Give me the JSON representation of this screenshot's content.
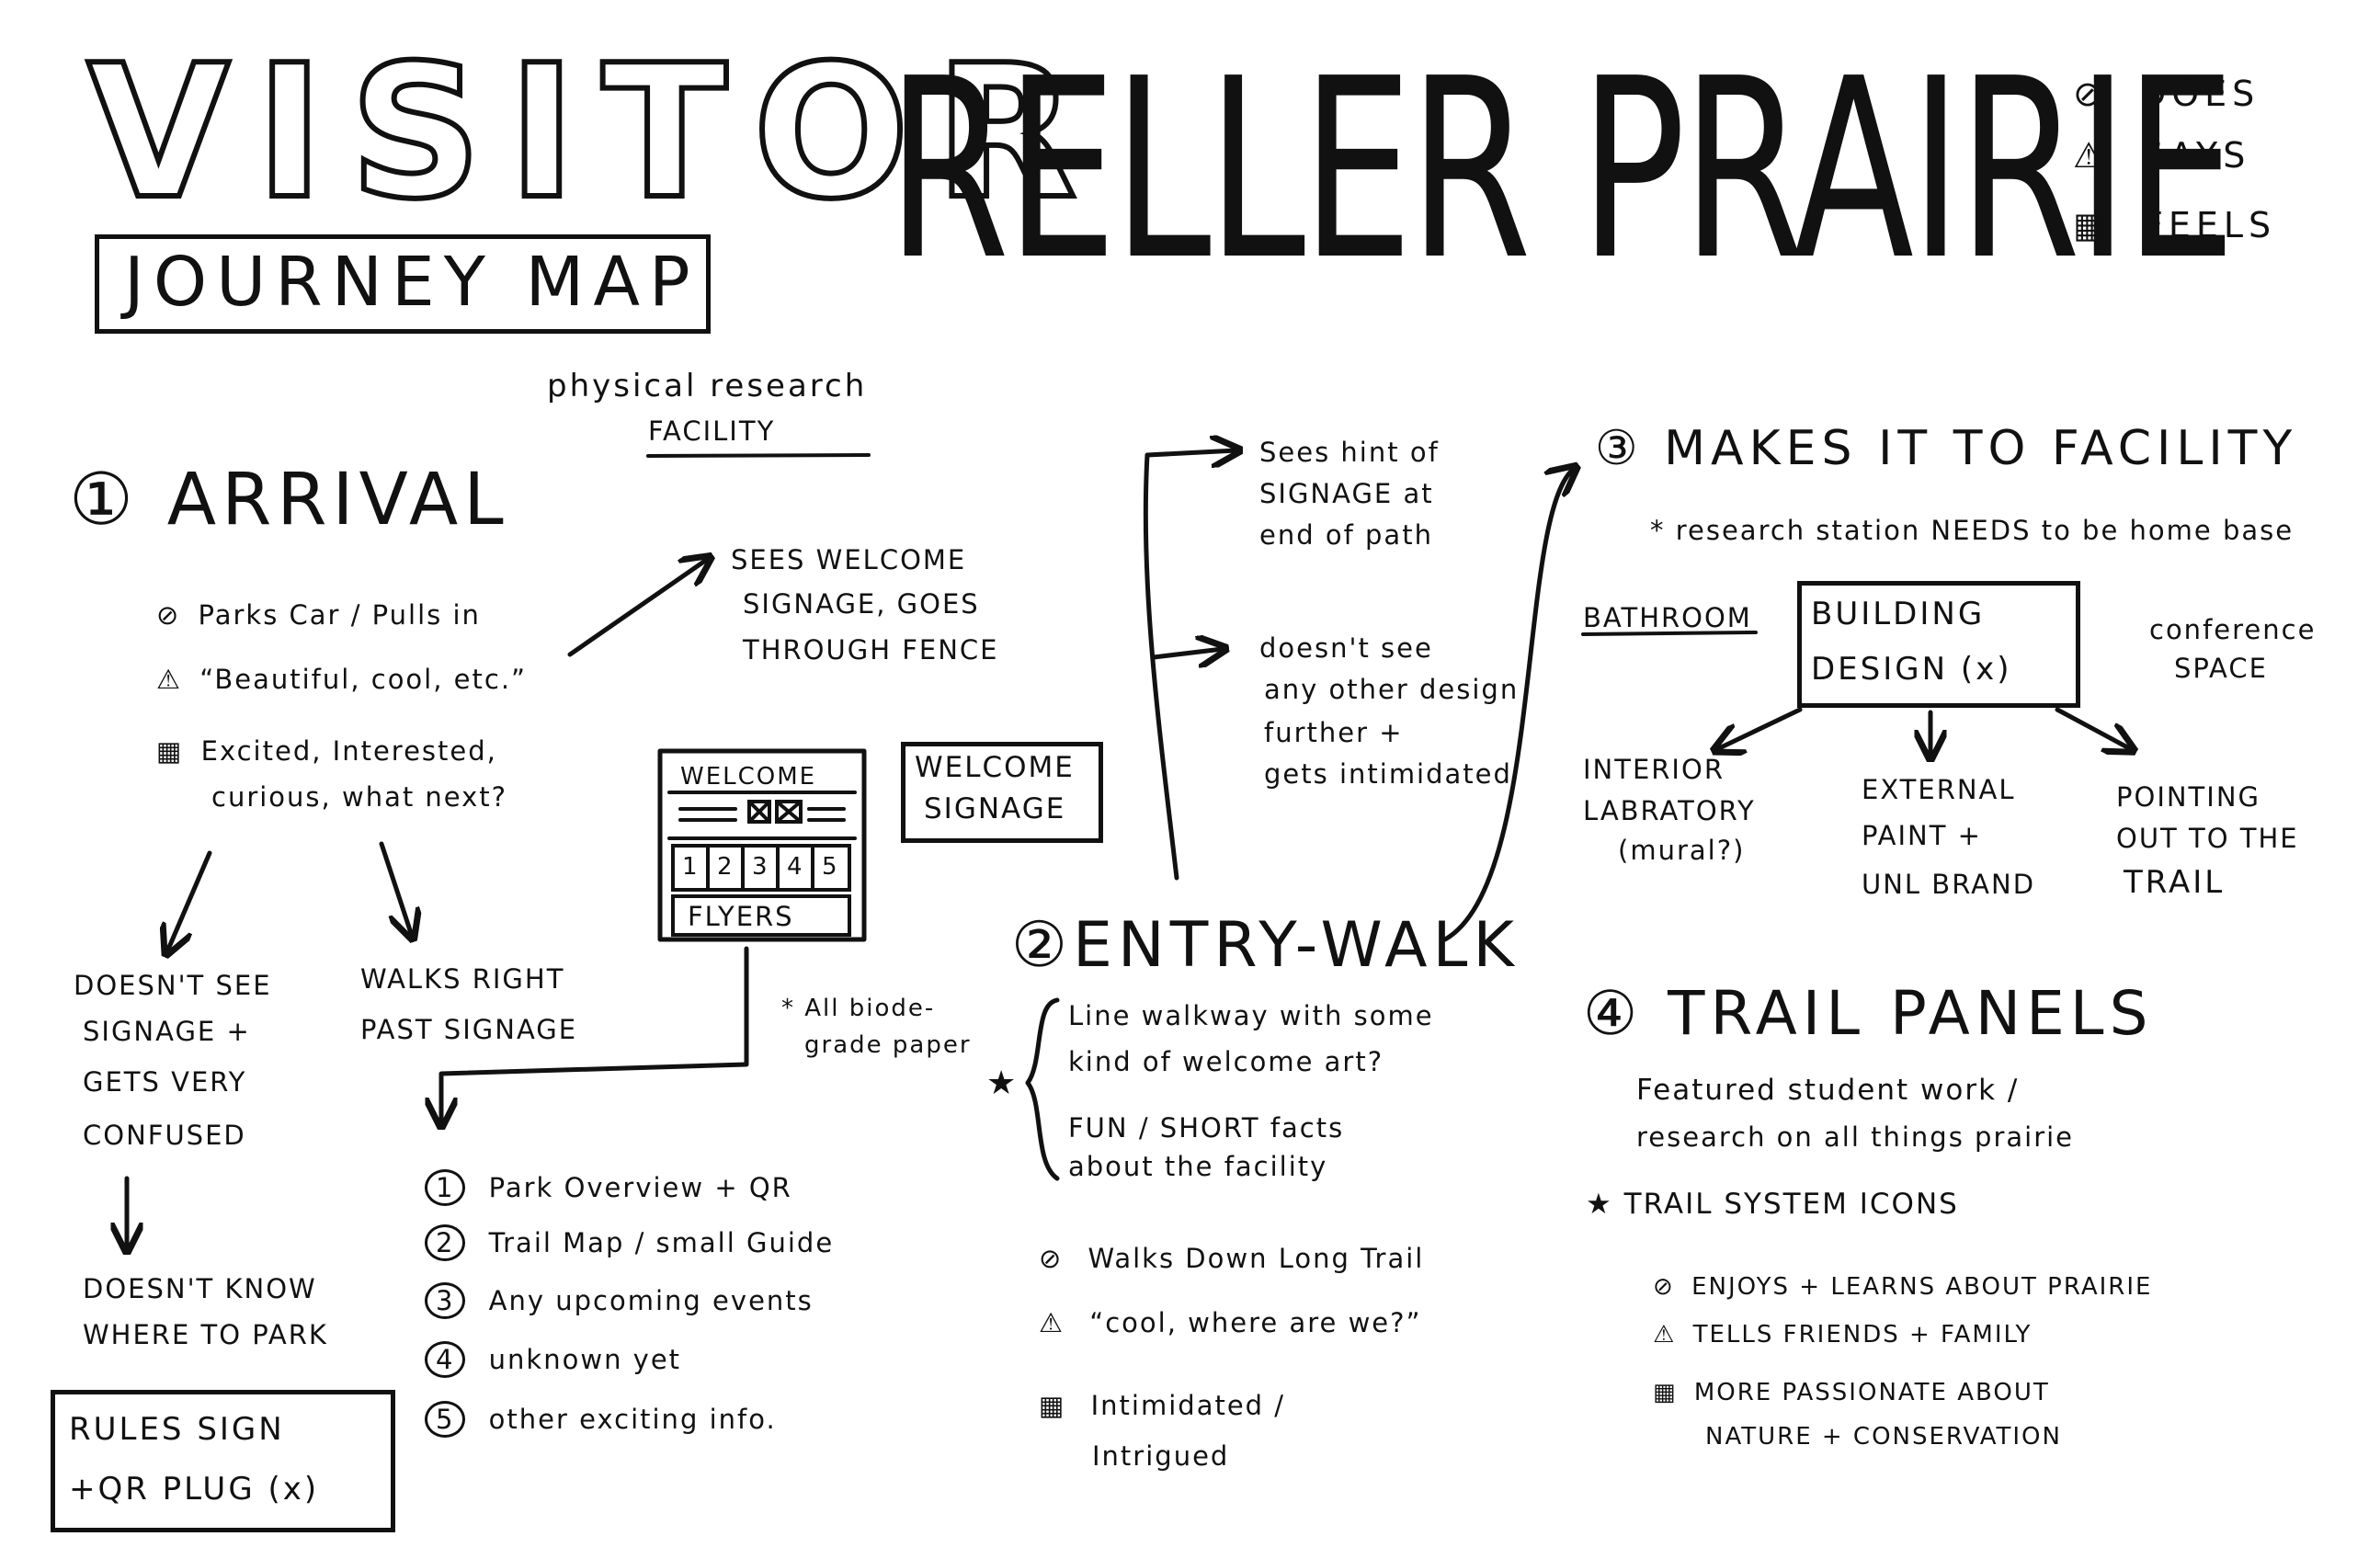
{
  "title": {
    "visitor": "VISITOR",
    "journey_map": "JOURNEY MAP",
    "place": "RELLER PRAIRIE"
  },
  "legend": [
    {
      "icon": "does-icon",
      "label": "DOES"
    },
    {
      "icon": "says-icon",
      "label": "SAYS"
    },
    {
      "icon": "feels-icon",
      "label": "FEELS"
    }
  ],
  "facility_note": {
    "line1": "physical research",
    "line2": "FACILITY"
  },
  "arrival": {
    "title": "① ARRIVAL",
    "does": "Parks Car / Pulls in",
    "says": "“Beautiful, cool, etc.”",
    "feels_line1": "Excited, Interested,",
    "feels_line2": "curious, what next?",
    "sees_line1": "SEES WELCOME",
    "sees_line2": "SIGNAGE, GOES",
    "sees_line3": "THROUGH FENCE",
    "no_see_line1": "DOESN'T SEE",
    "no_see_line2": "SIGNAGE +",
    "no_see_line3": "GETS VERY",
    "no_see_line4": "CONFUSED",
    "walks_line1": "WALKS RIGHT",
    "walks_line2": "PAST SIGNAGE",
    "no_park_line1": "DOESN'T KNOW",
    "no_park_line2": "WHERE TO PARK",
    "rules_line1": "RULES SIGN",
    "rules_line2": "+QR PLUG (x)"
  },
  "signage": {
    "sketch_header": "WELCOME",
    "sketch_numbers": [
      "1",
      "2",
      "3",
      "4",
      "5"
    ],
    "sketch_flyers": "FLYERS",
    "label_line1": "WELCOME",
    "label_line2": "SIGNAGE",
    "paper_note_line1": "* All biode-",
    "paper_note_line2": "grade paper",
    "flyer_items": [
      "Park Overview + QR",
      "Trail Map / small Guide",
      "Any upcoming events",
      "unknown yet",
      "other exciting info."
    ],
    "flyer_numbers": [
      "1",
      "2",
      "3",
      "4",
      "5"
    ]
  },
  "entry_walk": {
    "title": "②ENTRY-WALK",
    "hint_line1": "Sees hint of",
    "hint_line2": "SIGNAGE at",
    "hint_line3": "end of path",
    "no_design_line1": "doesn't see",
    "no_design_line2": "any other design",
    "no_design_line3": "further +",
    "no_design_line4": "gets intimidated",
    "idea_line1": "Line walkway with some",
    "idea_line2": "kind of welcome art?",
    "idea_line3": "FUN / SHORT facts",
    "idea_line4": "about the facility",
    "does": "Walks Down Long Trail",
    "says": "“cool, where are we?”",
    "feels_line1": "Intimidated /",
    "feels_line2": "Intrigued"
  },
  "facility": {
    "title": "③ MAKES IT TO FACILITY",
    "note": "* research station NEEDS to be home base",
    "bathroom": "BATHROOM",
    "building_line1": "BUILDING",
    "building_line2": "DESIGN (x)",
    "conference_line1": "conference",
    "conference_line2": "SPACE",
    "interior_line1": "INTERIOR",
    "interior_line2": "LABRATORY",
    "interior_line3": "(mural?)",
    "exterior_line1": "EXTERNAL",
    "exterior_line2": "PAINT +",
    "exterior_line3": "UNL BRAND",
    "pointing_line1": "POINTING",
    "pointing_line2": "OUT TO THE",
    "pointing_line3": "TRAIL"
  },
  "trail_panels": {
    "title": "④ TRAIL PANELS",
    "featured_line1": "Featured student work /",
    "featured_line2": "research on all things prairie",
    "icons": "★ TRAIL SYSTEM ICONS",
    "does": "ENJOYS + LEARNS ABOUT PRAIRIE",
    "says": "TELLS FRIENDS + FAMILY",
    "feels_line1": "MORE PASSIONATE ABOUT",
    "feels_line2": "NATURE + CONSERVATION"
  }
}
